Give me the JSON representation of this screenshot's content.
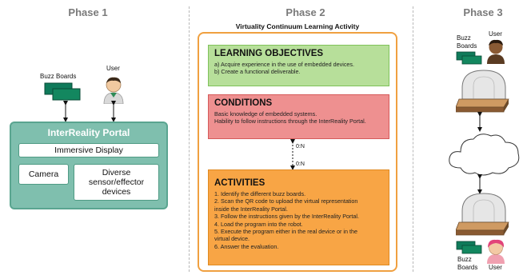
{
  "phase1": {
    "title": "Phase 1",
    "buzz_boards_label": "Buzz Boards",
    "user_label": "User",
    "portal_title": "InterReality Portal",
    "immersive_display": "Immersive Display",
    "camera": "Camera",
    "sensors_line1": "Diverse",
    "sensors_line2": "sensor/effector",
    "sensors_line3": "devices"
  },
  "phase2": {
    "title": "Phase 2",
    "activity_title": "Virtuality Continuum Learning Activity",
    "learning": {
      "title": "LEARNING OBJECTIVES",
      "lines": [
        "a) Acquire experience in the use of embedded devices.",
        "b) Create a functional deliverable."
      ]
    },
    "conditions": {
      "title": "CONDITIONS",
      "lines": [
        "Basic knowledge of embedded systems.",
        "Hability to follow instructions through the InterReality Portal."
      ]
    },
    "cardinality_top": "0:N",
    "cardinality_bottom": "0:N",
    "activities": {
      "title": "ACTIVITIES",
      "lines": [
        "1. Identify the different buzz boards.",
        "2. Scan the QR code to upload the virtual representation",
        "inside the InterReality Portal.",
        "3. Follow the instructions given by the InterReality Portal.",
        "4. Load the program into the robot.",
        "5. Execute the program either in the real device or in the",
        "virtual device.",
        "6. Answer the evaluation."
      ]
    }
  },
  "phase3": {
    "title": "Phase 3",
    "buzz_top_1": "Buzz",
    "buzz_top_2": "Boards",
    "user_top": "User",
    "buzz_bottom_1": "Buzz",
    "buzz_bottom_2": "Boards",
    "user_bottom": "User"
  },
  "colors": {
    "portal_green": "#7fbfae",
    "objectives_green": "#b7df9a",
    "conditions_red": "#ee9090",
    "activities_orange": "#f8a545",
    "board_green": "#0f7a5a"
  }
}
